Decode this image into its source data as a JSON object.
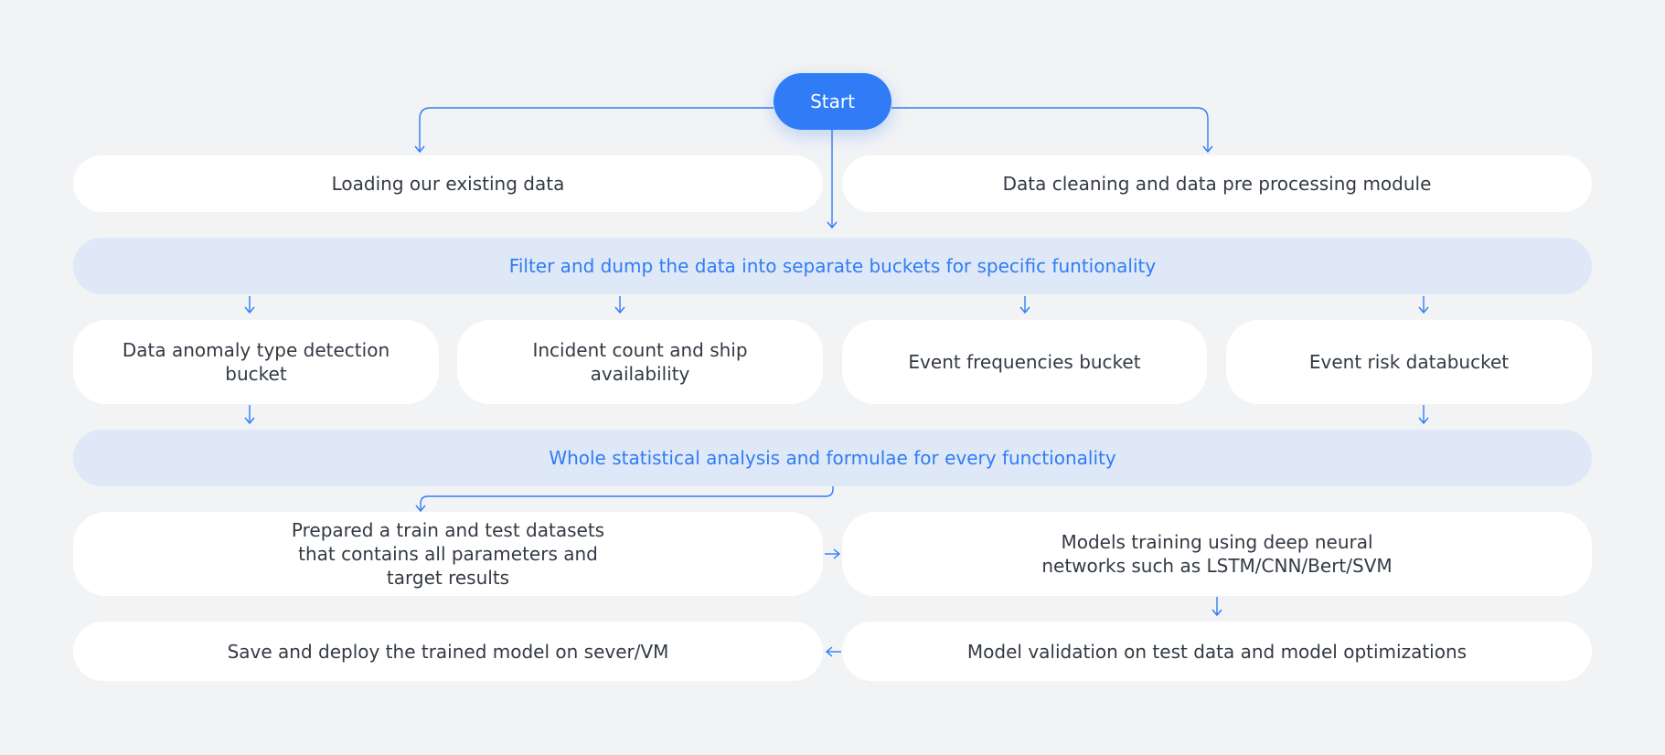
{
  "flowchart": {
    "start": "Start",
    "load": "Loading our existing data",
    "cleaning": "Data cleaning and data pre processing module",
    "filter": "Filter and dump the data into separate buckets for specific funtionality",
    "buckets": {
      "anomaly": "Data anomaly type detection bucket",
      "incident": "Incident count and ship availability",
      "frequencies": "Event frequencies bucket",
      "risk": "Event risk databucket"
    },
    "analysis": "Whole statistical analysis and formulae for every functionality",
    "prepare": "Prepared a train and test datasets that contains all parameters and target results",
    "training": "Models training using deep neural networks such as LSTM/CNN/Bert/SVM",
    "save": "Save and deploy the trained model on sever/VM",
    "validation": "Model validation on test data and model optimizations"
  },
  "colors": {
    "accent": "#2f7cf6",
    "band": "#dfe8f6",
    "node": "#ffffff",
    "background": "#f2f3f5",
    "text": "#333a44"
  }
}
